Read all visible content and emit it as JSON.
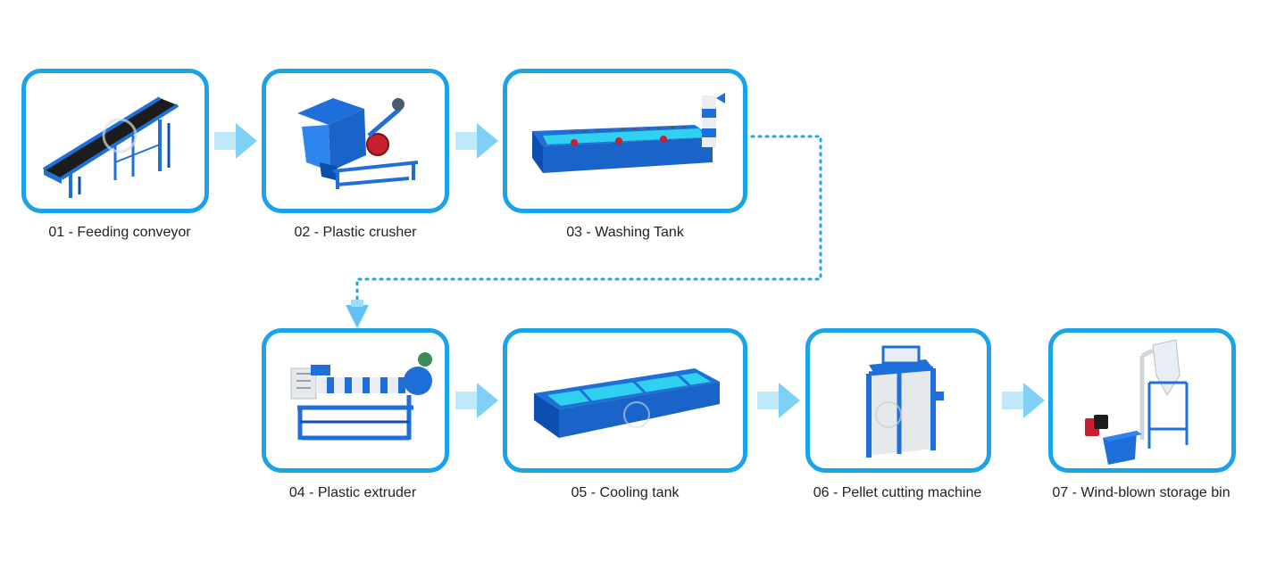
{
  "colors": {
    "card_border": "#1aa3e8",
    "machine_blue": "#1e6fd9",
    "machine_dark": "#0d4fb0",
    "water": "#2fd0f0",
    "arrow": "#2aa9ee",
    "connector": "#1aa3e8",
    "label_text": "#222222"
  },
  "steps": [
    {
      "label": "01 - Feeding conveyor",
      "icon": "feeding-conveyor-image"
    },
    {
      "label": "02 - Plastic crusher",
      "icon": "plastic-crusher-image"
    },
    {
      "label": "03 - Washing Tank",
      "icon": "washing-tank-image"
    },
    {
      "label": "04 - Plastic extruder",
      "icon": "plastic-extruder-image"
    },
    {
      "label": "05 - Cooling tank",
      "icon": "cooling-tank-image"
    },
    {
      "label": "06 - Pellet cutting machine",
      "icon": "pellet-cutting-machine-image"
    },
    {
      "label": "07 - Wind-blown storage bin",
      "icon": "wind-blown-storage-bin-image"
    }
  ]
}
